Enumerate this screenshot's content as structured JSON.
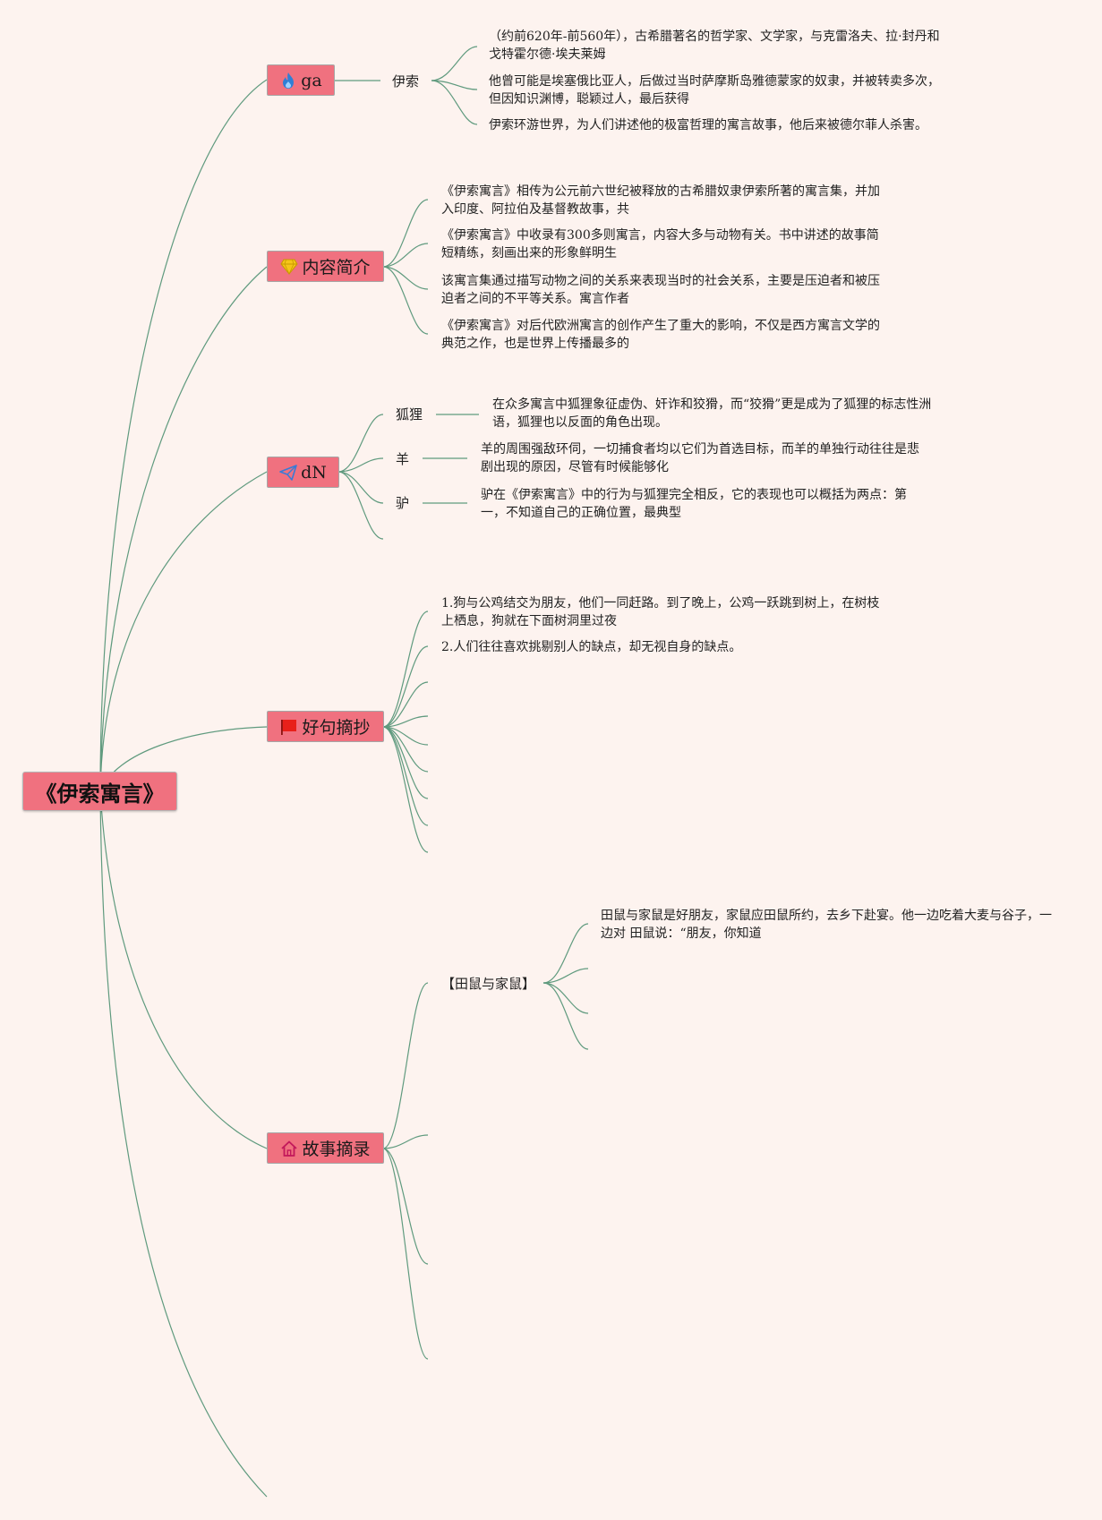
{
  "root": {
    "title": "《伊索寓言》"
  },
  "branches": [
    {
      "label": "ga",
      "icon": "flame-icon",
      "sub": "伊索",
      "items": [
        "（约前620年-前560年），古希腊著名的哲学家、文学家，与克雷洛夫、拉·封丹和戈特霍尔德·埃夫莱姆",
        "他曾可能是埃塞俄比亚人，后做过当时萨摩斯岛雅德蒙家的奴隶，并被转卖多次，但因知识渊博，聪颖过人，最后获得",
        "伊索环游世界，为人们讲述他的极富哲理的寓言故事，他后来被德尔菲人杀害。"
      ]
    },
    {
      "label": "内容简介",
      "icon": "diamond-icon",
      "items": [
        "《伊索寓言》相传为公元前六世纪被释放的古希腊奴隶伊索所著的寓言集，并加入印度、阿拉伯及基督教故事，共",
        "《伊索寓言》中收录有300多则寓言，内容大多与动物有关。书中讲述的故事简短精练，刻画出来的形象鲜明生",
        "该寓言集通过描写动物之间的关系来表现当时的社会关系，主要是压迫者和被压迫者之间的不平等关系。寓言作者",
        "《伊索寓言》对后代欧洲寓言的创作产生了重大的影响，不仅是西方寓言文学的典范之作，也是世界上传播最多的"
      ]
    },
    {
      "label": "dN",
      "icon": "paper-plane-icon",
      "subs": [
        {
          "label": "狐狸",
          "text": "在众多寓言中狐狸象征虚伪、奸诈和狡猾，而“狡猾”更是成为了狐狸的标志性洲语，狐狸也以反面的角色出现。"
        },
        {
          "label": "羊",
          "text": "羊的周围强敌环伺，一切捕食者均以它们为首选目标，而羊的单独行动往往是悲剧出现的原因，尽管有时候能够化"
        },
        {
          "label": "驴",
          "text": "驴在《伊索寓言》中的行为与狐狸完全相反，它的表现也可以概括为两点：第一，不知道自己的正确位置，最典型"
        }
      ]
    },
    {
      "label": "好句摘抄",
      "icon": "flag-icon",
      "items": [
        "1.狗与公鸡结交为朋友，他们一同赶路。到了晚上，公鸡一跃跳到树上，在树枝上栖息，狗就在下面树洞里过夜",
        "2.人们往往喜欢挑剔别人的缺点，却无视自身的缺点。"
      ]
    },
    {
      "label": "故事摘录",
      "icon": "house-icon",
      "sub": "【田鼠与家鼠】",
      "items": [
        "田鼠与家鼠是好朋友，家鼠应田鼠所约，去乡下赴宴。他一边吃着大麦与谷子，一边对 田鼠说：“朋友，你知道"
      ]
    }
  ],
  "colors": {
    "background": "#fdf3ef",
    "node_fill": "#f0717f",
    "line": "#5f9a7e"
  }
}
